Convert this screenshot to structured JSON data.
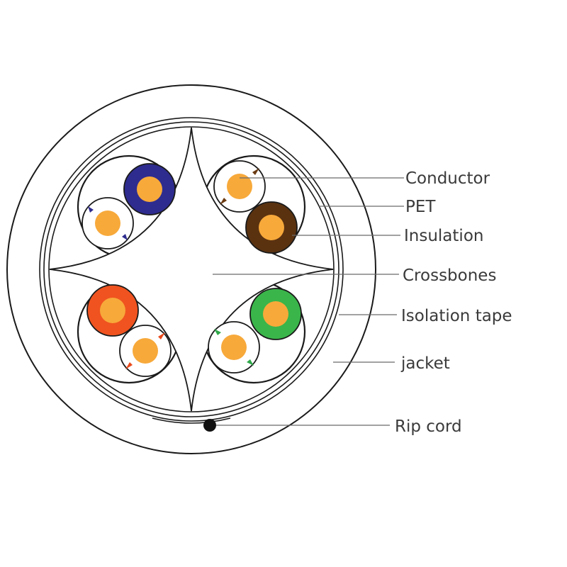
{
  "labels": {
    "conductor": "Conductor",
    "pet": "PET",
    "insulation": "Insulation",
    "crossbones": "Crossbones",
    "isolation_tape": "Isolation tape",
    "jacket": "jacket",
    "rip_cord": "Rip cord"
  },
  "pairs": [
    {
      "name": "blue-pair",
      "color": "#2e2c8f",
      "stripe": "#2e2c8f"
    },
    {
      "name": "brown-pair",
      "color": "#5a3210",
      "stripe": "#6a3a12"
    },
    {
      "name": "orange-pair",
      "color": "#f0531f",
      "stripe": "#ea4a1c"
    },
    {
      "name": "green-pair",
      "color": "#3ab54a",
      "stripe": "#2fa84a"
    }
  ],
  "colors": {
    "conductor": "#f7a93a",
    "line": "#1a1a1a",
    "label_text": "#3a3a3a",
    "rip_cord": "#111111"
  }
}
